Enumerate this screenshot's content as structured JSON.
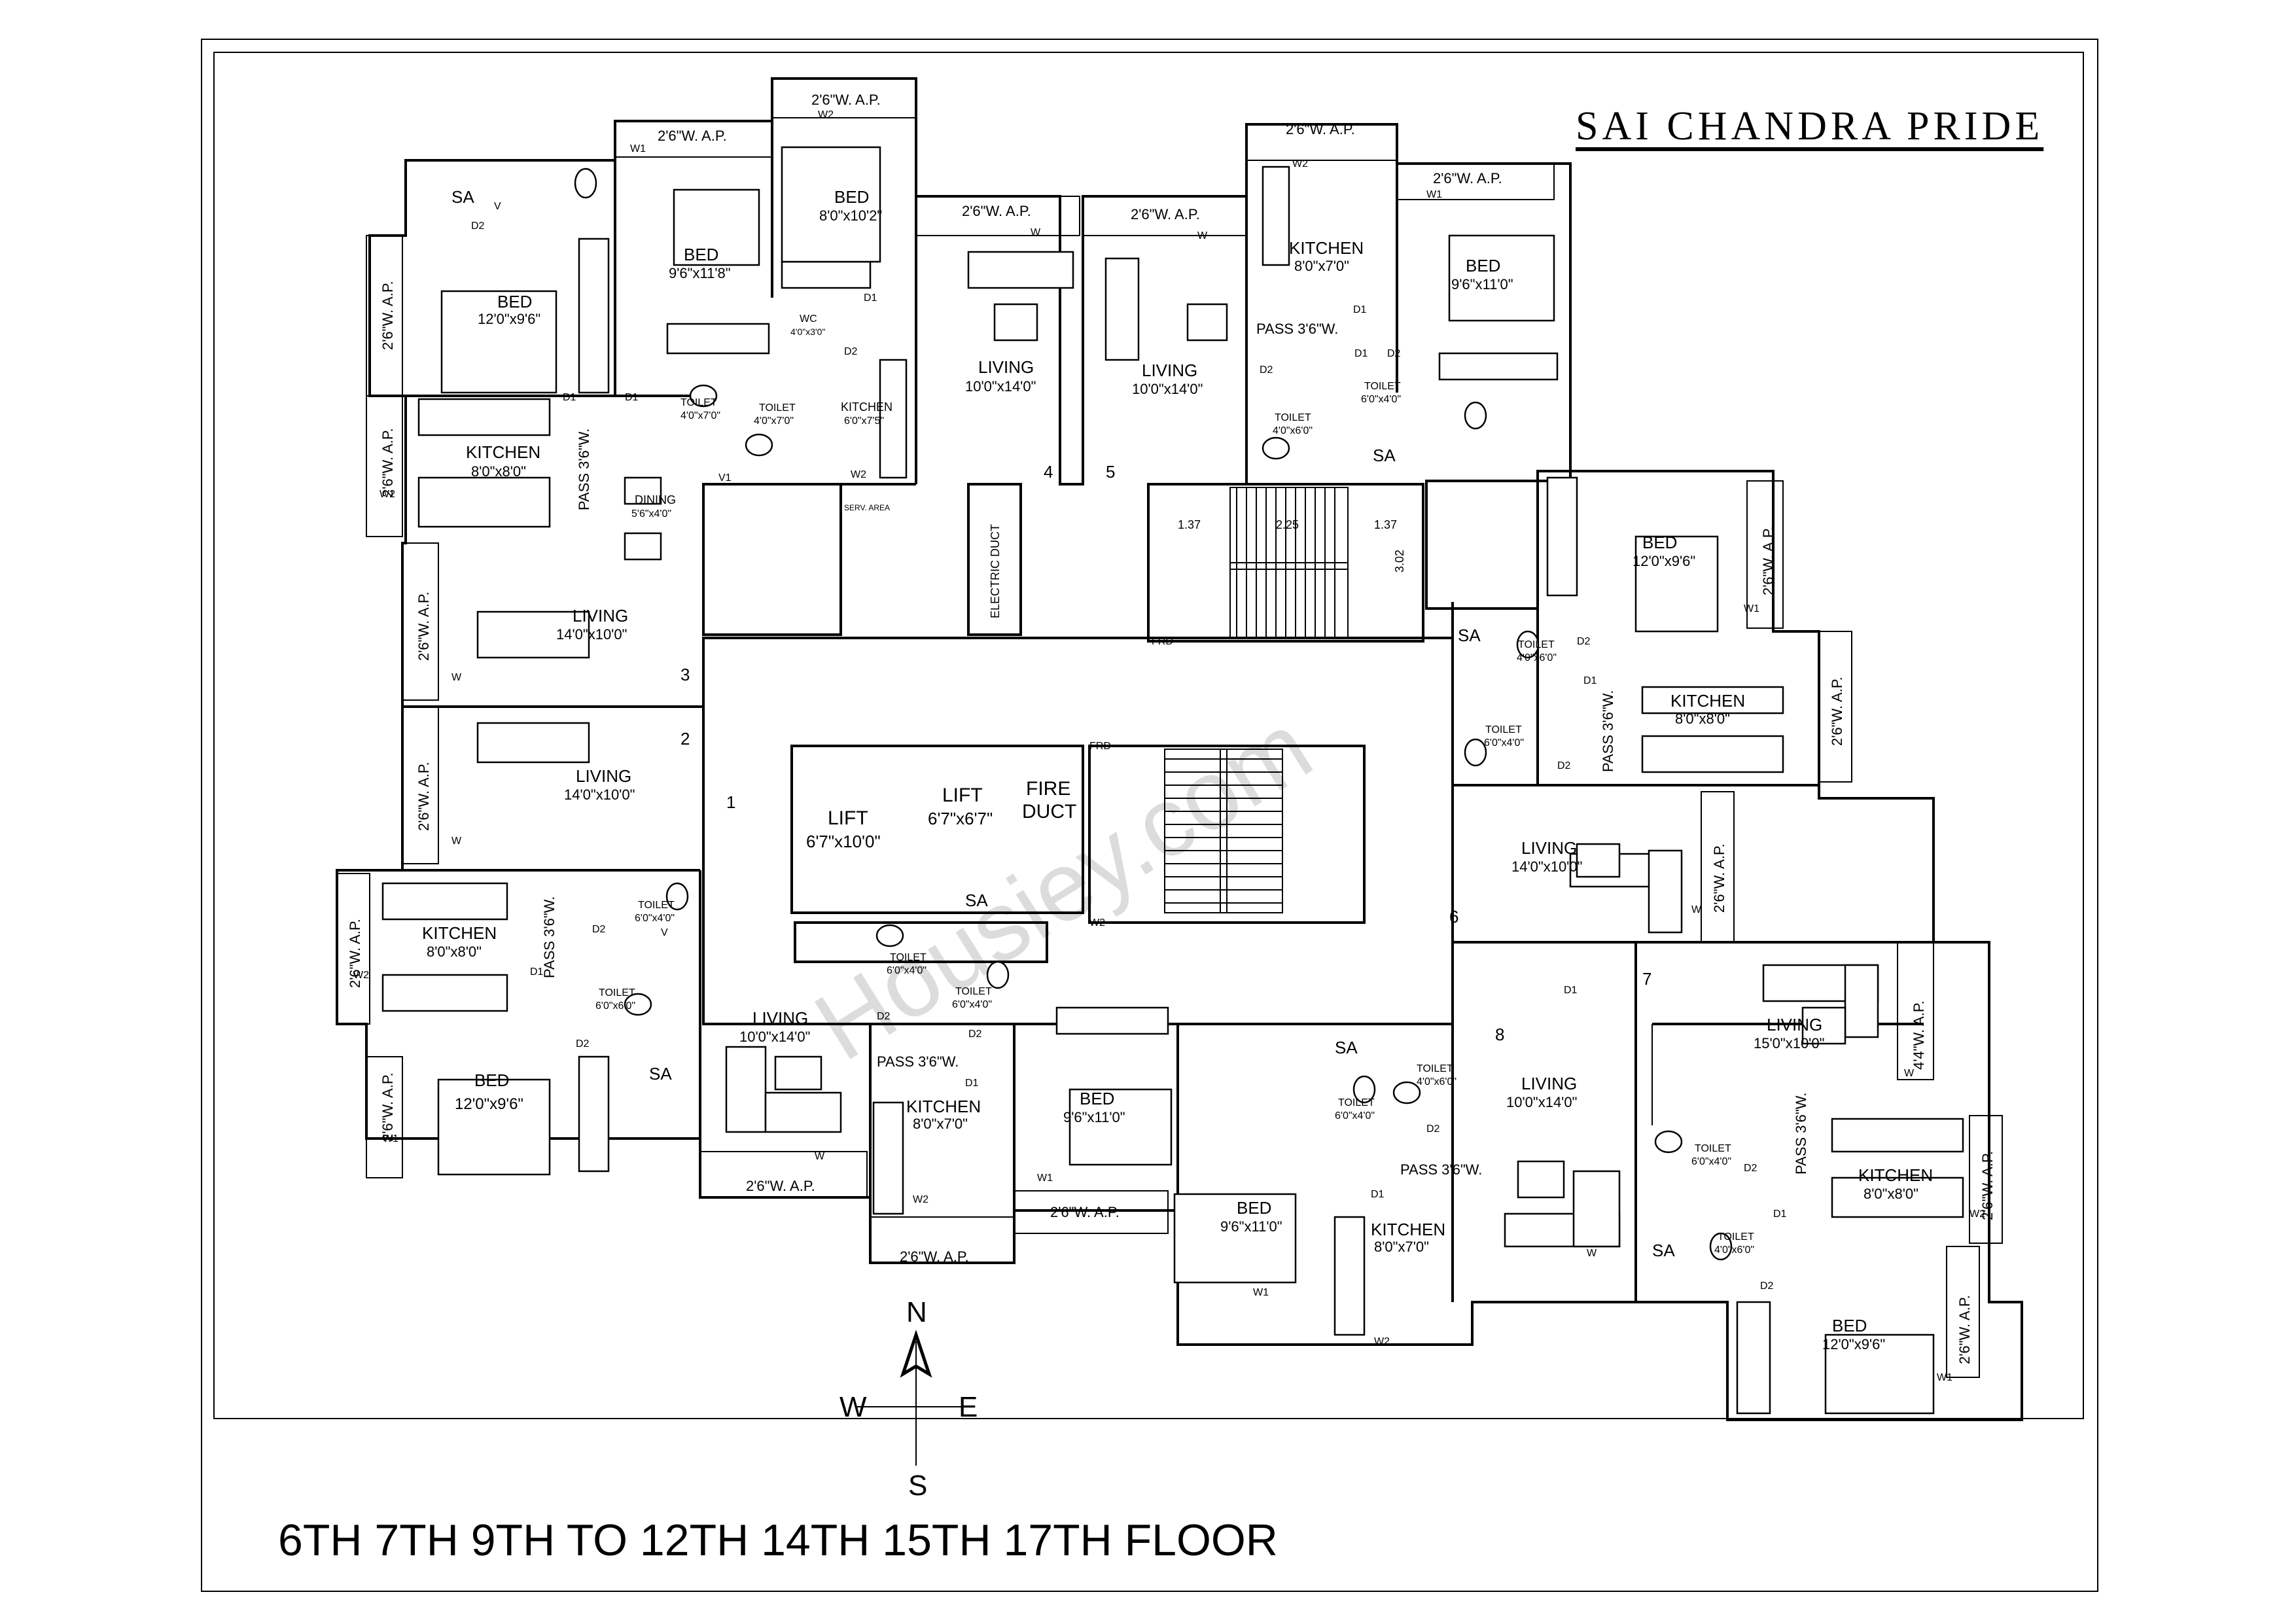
{
  "title": "SAI CHANDRA PRIDE",
  "floors_caption": "6TH 7TH 9TH TO 12TH 14TH 15TH 17TH FLOOR",
  "watermark": "Housiey.com",
  "compass": {
    "n": "N",
    "s": "S",
    "e": "E",
    "w": "W"
  },
  "stair_dims": {
    "a": "1.37",
    "b": "2.25",
    "c": "1.37",
    "d": "3.02"
  },
  "flat_numbers": [
    "1",
    "2",
    "3",
    "4",
    "5",
    "6",
    "7",
    "8"
  ],
  "core": {
    "lift1": {
      "name": "LIFT",
      "size": "6'7\"x10'0\""
    },
    "lift2": {
      "name": "LIFT",
      "size": "6'7\"x6'7\""
    },
    "fire_duct": [
      "FIRE",
      "DUCT"
    ],
    "electric_duct": "ELECTRIC DUCT",
    "serv_area": "SERV. AREA",
    "frd": "FRD"
  },
  "labels": {
    "sa": "SA",
    "bed": "BED",
    "kitchen": "KITCHEN",
    "living": "LIVING",
    "toilet": "TOILET",
    "dining": "DINING",
    "wc": "WC",
    "wap": "2'6\"W. A.P.",
    "wap44": "4'4\"W. A.P.",
    "pass": "PASS 3'6\"W.",
    "size_bed_12": "12'0\"x9'6\"",
    "size_bed_96": "9'6\"x11'0\"",
    "size_bed_9611_8": "9'6\"x11'8\"",
    "size_bed_810": "8'0\"x10'2\"",
    "size_kit_88": "8'0\"x8'0\"",
    "size_kit_87": "8'0\"x7'0\"",
    "size_kit_675": "6'0\"x7'5\"",
    "size_liv_1410": "14'0\"x10'0\"",
    "size_liv_1014": "10'0\"x14'0\"",
    "size_liv_1510": "15'0\"x10'0\"",
    "size_t_47": "4'0\"x7'0\"",
    "size_t_46": "4'0\"x6'0\"",
    "size_t_64": "6'0\"x4'0\"",
    "size_t_66": "6'0\"x6'0\"",
    "size_din": "5'6\"x4'0\"",
    "size_wc": "4'0\"x3'0\""
  },
  "door_tags": {
    "d1": "D1",
    "d2": "D2",
    "w": "W",
    "w1": "W1",
    "w2": "W2",
    "v": "V",
    "v1": "V1"
  }
}
